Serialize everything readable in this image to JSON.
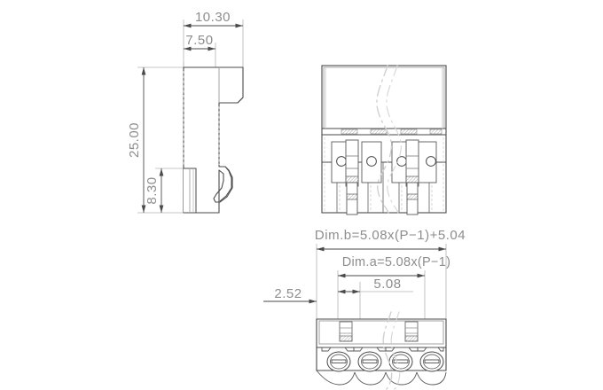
{
  "drawing": {
    "type": "engineering-drawing",
    "subject": "pluggable terminal block connector (female plug)",
    "background_color": "#ffffff",
    "line_color": "#4a4a4a",
    "thin_line_color": "#9a9a9a",
    "dimension_color": "#8d8d8d",
    "text_color": "#8d8d8d",
    "hatch_color": "#b5b5b5"
  },
  "views": {
    "side_view": {
      "name": "side-profile-view",
      "dimensions": {
        "overall_width": "10.30",
        "body_width": "7.50",
        "overall_height": "25.00",
        "lower_height": "8.30"
      }
    },
    "front_view": {
      "name": "front-elevation-view",
      "pole_count": 4,
      "has_break_line": true
    },
    "bottom_view": {
      "name": "bottom-plan-view",
      "pole_count": 4,
      "has_break_line": true,
      "dimensions": {
        "edge_offset": "2.52",
        "pitch": "5.08",
        "dim_a": "Dim.a=5.08x(P-1)",
        "dim_b": "Dim.b=5.08x(P-1)+5.04"
      }
    }
  },
  "labels": {
    "width_1030": "10.30",
    "width_750": "7.50",
    "height_2500": "25.00",
    "height_830": "8.30",
    "offset_252": "2.52",
    "pitch_508": "5.08",
    "dim_a_formula": "Dim.a=5.08x(P−1)",
    "dim_b_formula": "Dim.b=5.08x(P−1)+5.04"
  }
}
